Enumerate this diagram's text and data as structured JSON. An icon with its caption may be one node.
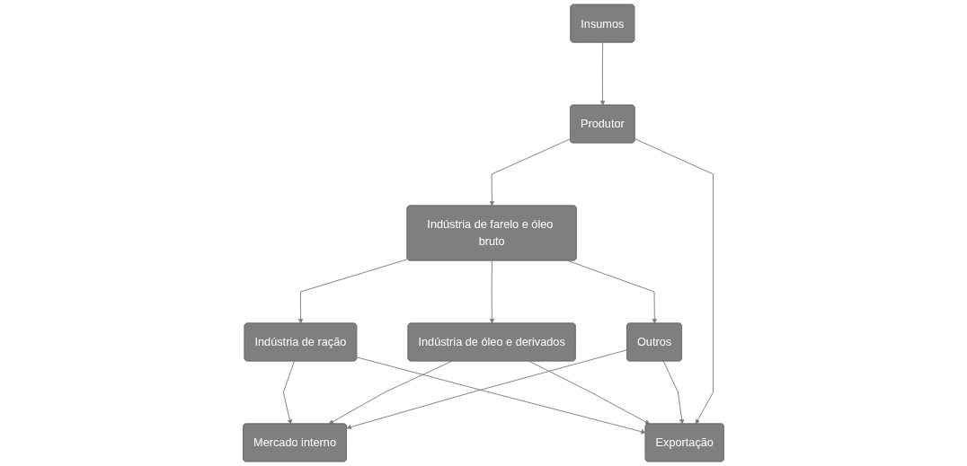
{
  "diagram": {
    "nodes": [
      {
        "text": [
          "Insumos"
        ]
      },
      {
        "text": [
          "Produtor"
        ]
      },
      {
        "text": [
          "Indústria de farelo e óleo bruto"
        ]
      },
      {
        "text": [
          "Indústria de ração"
        ]
      },
      {
        "text": [
          "Indústria de óleo e derivados"
        ]
      },
      {
        "text": [
          "Outros"
        ]
      },
      {
        "text": [
          "Mercado interno"
        ]
      },
      {
        "text": [
          "Exportação"
        ]
      }
    ],
    "edges": [
      {
        "from": 0,
        "to": 1,
        "arrow": "to"
      },
      {
        "from": 1,
        "to": 2,
        "arrow": "to"
      },
      {
        "from": 2,
        "to": 3,
        "arrow": "to"
      },
      {
        "from": 2,
        "to": 4,
        "arrow": "to"
      },
      {
        "from": 2,
        "to": 5,
        "arrow": "to"
      },
      {
        "from": 3,
        "to": 6,
        "arrow": "to"
      },
      {
        "from": 3,
        "to": 7,
        "arrow": "to"
      },
      {
        "from": 4,
        "to": 6,
        "arrow": "to"
      },
      {
        "from": 4,
        "to": 7,
        "arrow": "to"
      },
      {
        "from": 5,
        "to": 6,
        "arrow": "to"
      },
      {
        "from": 5,
        "to": 7,
        "arrow": "to"
      },
      {
        "from": 1,
        "to": 7,
        "arrow": "to"
      }
    ]
  }
}
